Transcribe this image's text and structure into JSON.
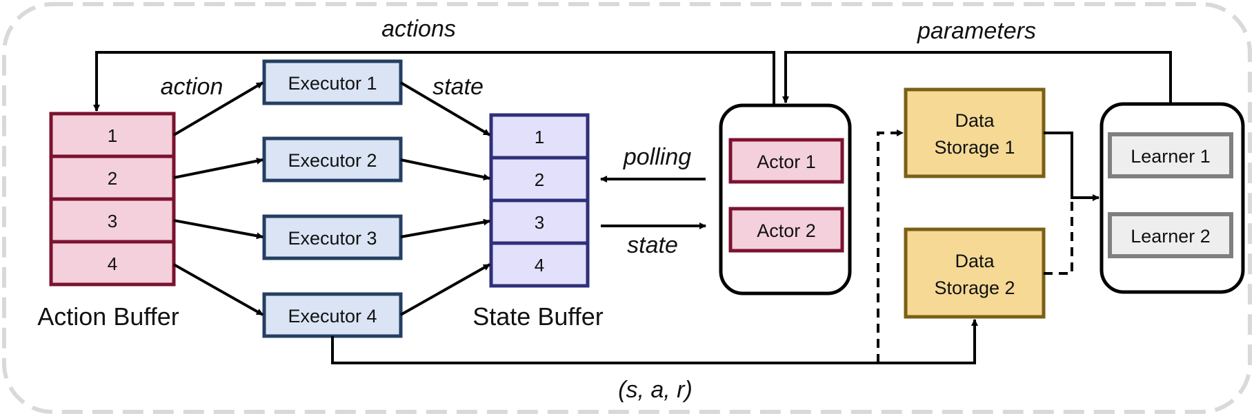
{
  "action_buffer": {
    "caption": "Action Buffer",
    "slots": [
      "1",
      "2",
      "3",
      "4"
    ],
    "fill": "#f3d0dc",
    "stroke": "#7b1230"
  },
  "executors": {
    "labels": [
      "Executor 1",
      "Executor 2",
      "Executor 3",
      "Executor 4"
    ],
    "fill": "#dae4f5",
    "stroke": "#253f63"
  },
  "state_buffer": {
    "caption": "State Buffer",
    "slots": [
      "1",
      "2",
      "3",
      "4"
    ],
    "fill": "#e3e0fb",
    "stroke": "#2f2f7a"
  },
  "actors": {
    "labels": [
      "Actor 1",
      "Actor 2"
    ],
    "fill": "#f3d0dc",
    "stroke": "#7b1230"
  },
  "data_storage": {
    "items": [
      [
        "Data",
        "Storage 1"
      ],
      [
        "Data",
        "Storage 2"
      ]
    ],
    "fill": "#f5d995",
    "stroke": "#7a6016"
  },
  "learners": {
    "labels": [
      "Learner 1",
      "Learner 2"
    ],
    "fill": "#eeeeee",
    "stroke": "#7f7f7f"
  },
  "edge_labels": {
    "actions": "actions",
    "parameters": "parameters",
    "action": "action",
    "state_top": "state",
    "polling": "polling",
    "state_right": "state",
    "sar": "(s, a, r)"
  },
  "colors": {
    "outer_border": "#d9d9d9",
    "line": "#000000"
  }
}
